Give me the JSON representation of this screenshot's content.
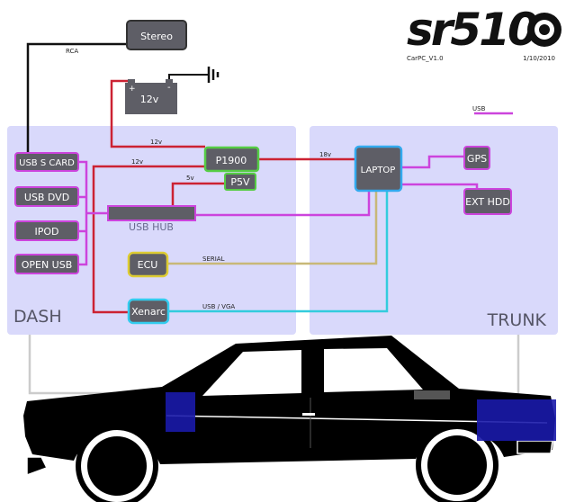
{
  "header": {
    "logo": "sr510",
    "version": "CarPC_V1.0",
    "date": "1/10/2010"
  },
  "legend": {
    "usb": "USB"
  },
  "zones": {
    "dash": "DASH",
    "trunk": "TRUNK"
  },
  "components": {
    "stereo": "Stereo",
    "battery": "12v",
    "battery_plus": "+",
    "battery_minus": "-",
    "usb_s_card": "USB S CARD",
    "usb_dvd": "USB DVD",
    "ipod": "IPOD",
    "open_usb": "OPEN USB",
    "usb_hub": "USB HUB",
    "p1900": "P1900",
    "p5v": "P5V",
    "ecu": "ECU",
    "xenarc": "Xenarc",
    "laptop": "LAPTOP",
    "gps": "GPS",
    "ext_hdd": "EXT HDD"
  },
  "wire_labels": {
    "rca": "RCA",
    "v12_top": "12v",
    "v12_left": "12v",
    "v5": "5v",
    "v18": "18v",
    "serial": "SERIAL",
    "usb_vga": "USB / VGA"
  },
  "colors": {
    "zone_fill": "#d9d9fb",
    "box_fill": "#5e5e66",
    "usb_wire": "#cc44dd",
    "power_wire": "#cc2233",
    "serial_wire": "#c8b878",
    "video_wire": "#33ccdd",
    "rca_wire": "#111111",
    "laptop_border": "#33aaee",
    "p1900_border": "#55cc44",
    "ecu_border": "#ddcc33",
    "xenarc_border": "#33ccee",
    "car_body": "#000000",
    "placement_marker": "#1a1aaa"
  }
}
